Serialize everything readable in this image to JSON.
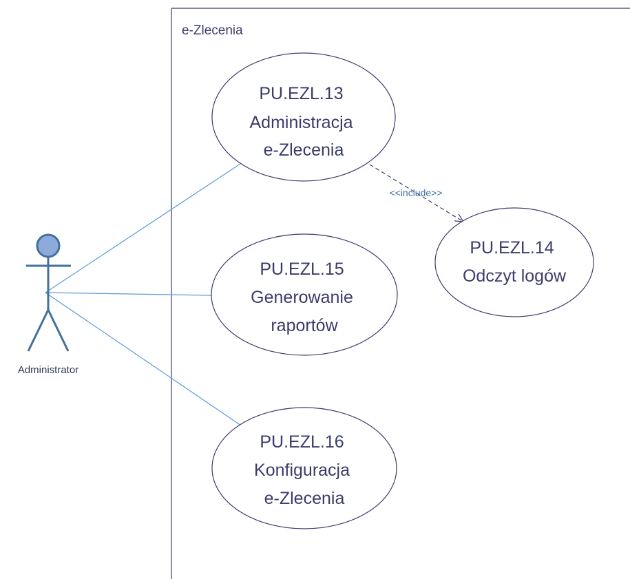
{
  "system": {
    "name": "e-Zlecenia"
  },
  "actor": {
    "name": "Administrator"
  },
  "use_cases": [
    {
      "id": "PU.EZL.13",
      "line1": "PU.EZL.13",
      "line2": "Administracja",
      "line3": "e-Zlecenia"
    },
    {
      "id": "PU.EZL.14",
      "line1": "PU.EZL.14",
      "line2": "Odczyt logów"
    },
    {
      "id": "PU.EZL.15",
      "line1": "PU.EZL.15",
      "line2": "Generowanie",
      "line3": "raportów"
    },
    {
      "id": "PU.EZL.16",
      "line1": "PU.EZL.16",
      "line2": "Konfiguracja",
      "line3": "e-Zlecenia"
    }
  ],
  "relations": {
    "include_label": "<<include>>"
  },
  "colors": {
    "boundary": "#3b3b6b",
    "ellipse_stroke": "#3b3b6b",
    "association": "#5b9bd5",
    "actor_fill": "#8eaadb",
    "actor_stroke": "#41719c",
    "include_arrow": "#3b3b6b"
  }
}
